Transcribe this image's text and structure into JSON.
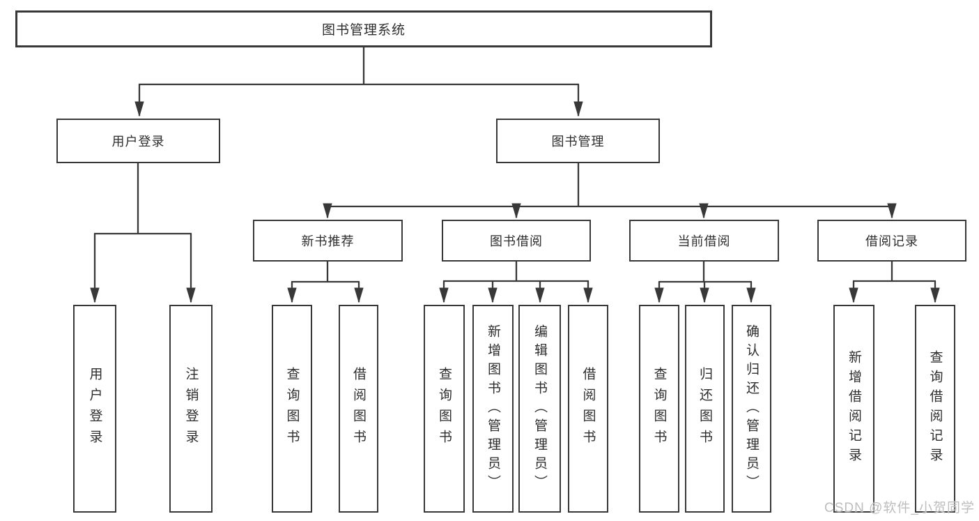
{
  "diagram": {
    "root": {
      "label": "图书管理系统"
    },
    "user_login": {
      "label": "用户登录",
      "children": [
        "用户登录",
        "注销登录"
      ]
    },
    "book_management": {
      "label": "图书管理",
      "sections": [
        {
          "label": "新书推荐",
          "children": [
            "查询图书",
            "借阅图书"
          ]
        },
        {
          "label": "图书借阅",
          "children": [
            "查询图书",
            "新增图书（管理员）",
            "编辑图书（管理员）",
            "借阅图书"
          ]
        },
        {
          "label": "当前借阅",
          "children": [
            "查询图书",
            "归还图书",
            "确认归还（管理员）"
          ]
        },
        {
          "label": "借阅记录",
          "children": [
            "新增借阅记录",
            "查询借阅记录"
          ]
        }
      ]
    },
    "watermark": "CSDN @软件_小贺同学",
    "colors": {
      "line": "#383838",
      "box_border": "#383838",
      "text": "#2d2d2d",
      "background": "#ffffff",
      "watermark": "#bdbdbd"
    }
  }
}
